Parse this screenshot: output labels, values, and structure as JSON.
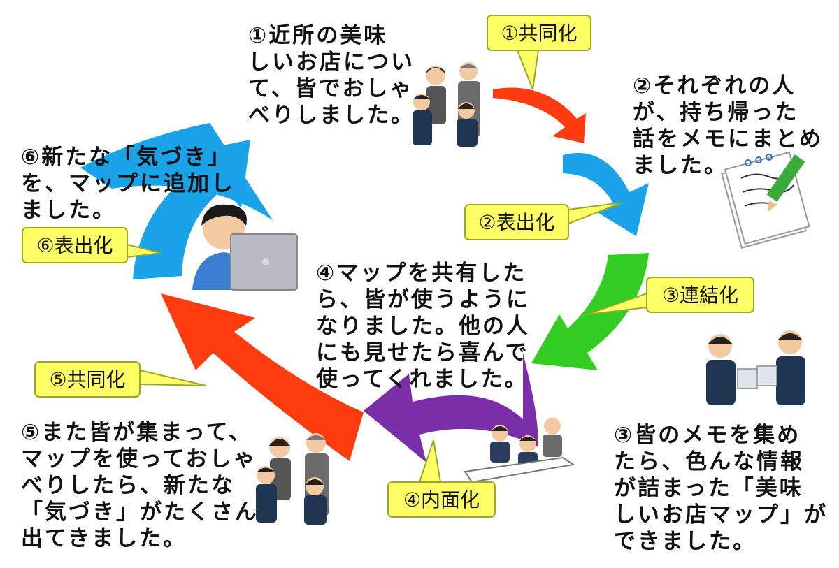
{
  "colors": {
    "red": "#ff3b0f",
    "blue": "#1aa3e8",
    "green": "#33cc22",
    "purple": "#7a2fa8",
    "label_bg": "#ffff66",
    "label_border": "#99aa22"
  },
  "steps": [
    {
      "num": "①",
      "label": "①共同化",
      "desc": "①近所の美味\nしいお店につい\nて、皆でおしゃ\nべりしました。",
      "illustration": "chatting-people"
    },
    {
      "num": "②",
      "label": "②表出化",
      "desc": "②それぞれの人\nが、持ち帰った\n話をメモにまとめ\nました。",
      "illustration": "memo-pencil"
    },
    {
      "num": "③",
      "label": "③連結化",
      "desc": "③皆のメモを集め\nたら、色んな情報\nが詰まった「美味\nしいお店マップ」が\nできました。",
      "illustration": "puzzle-handshake"
    },
    {
      "num": "④",
      "label": "④内面化",
      "desc": "④マップを共有した\nら、皆が使うように\nなりました。他の人\nにも見せたら喜んで\n使ってくれました。",
      "illustration": "meeting-table"
    },
    {
      "num": "⑤",
      "label": "⑤共同化",
      "desc": "⑤また皆が集まって、\nマップを使っておしゃ\nべりしたら、新たな\n「気づき」がたくさん\n出てきました。",
      "illustration": "chatting-people"
    },
    {
      "num": "⑥",
      "label": "⑥表出化",
      "desc": "⑥新たな「気づき」\nを、マップに追加し\nました。",
      "illustration": "laptop-worker"
    }
  ]
}
